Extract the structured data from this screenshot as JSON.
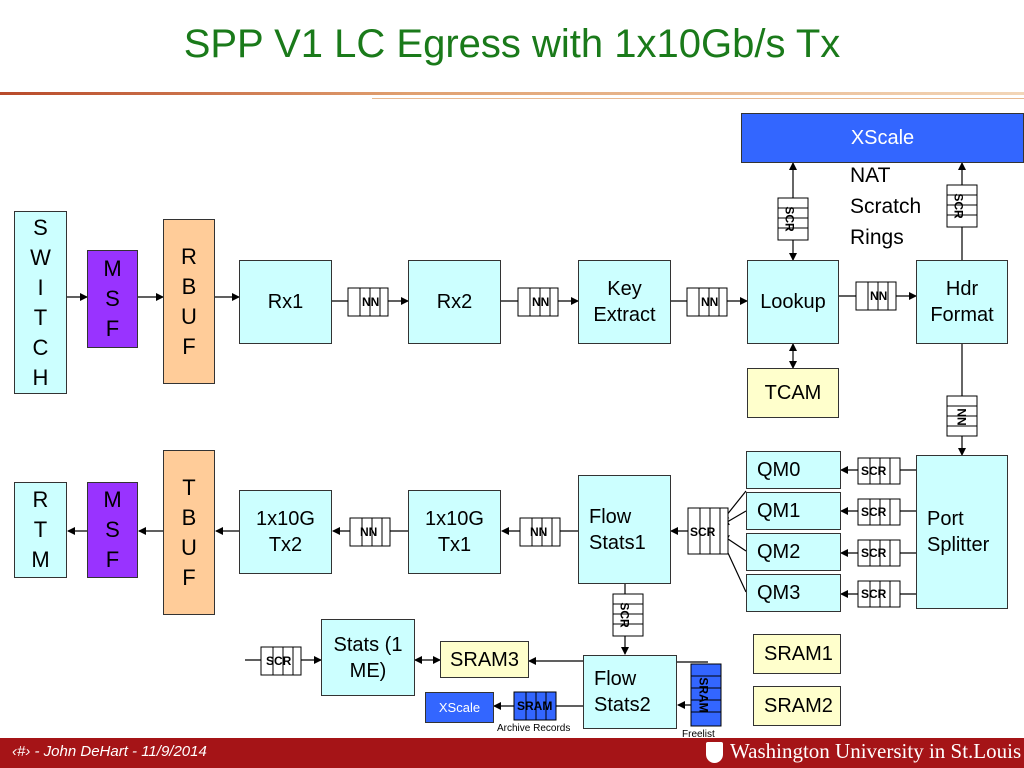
{
  "title": "SPP V1 LC Egress with 1x10Gb/s Tx",
  "blocks": {
    "xscale_top": "XScale",
    "switch": "S W I T C H",
    "msf_top": "M S F",
    "rbuf": "R B U F",
    "rx1": "Rx1",
    "rx2": "Rx2",
    "key_extract": "Key Extract",
    "lookup": "Lookup",
    "hdr_format": "Hdr Format",
    "tcam": "TCAM",
    "rtm": "R T M",
    "msf_bottom": "M S F",
    "tbuf": "T B U F",
    "tx2": "1x10G Tx2",
    "tx1": "1x10G Tx1",
    "flow_stats1": "Flow Stats1",
    "qm0": "QM0",
    "qm1": "QM1",
    "qm2": "QM2",
    "qm3": "QM3",
    "port_splitter": "Port Splitter",
    "stats": "Stats (1 ME)",
    "sram3": "SRAM3",
    "flow_stats2": "Flow Stats2",
    "sram1": "SRAM1",
    "sram2": "SRAM2",
    "xscale_bottom": "XScale"
  },
  "rings": {
    "nn": "NN",
    "scr": "SCR",
    "sram": "SRAM"
  },
  "notes": {
    "nat_line1": "NAT",
    "nat_line2": "Scratch",
    "nat_line3": "Rings",
    "archive": "Archive Records",
    "freelist": "Freelist"
  },
  "footer": {
    "left": "‹#› - John DeHart - 11/9/2014",
    "logo": "Washington University in St.Louis"
  },
  "colors": {
    "title": "#1a7a1a",
    "cyan": "#ccffff",
    "orange": "#ffcc99",
    "purple": "#9933ff",
    "yellow": "#ffffcc",
    "blue": "#3366ff",
    "footer": "#a51417"
  }
}
